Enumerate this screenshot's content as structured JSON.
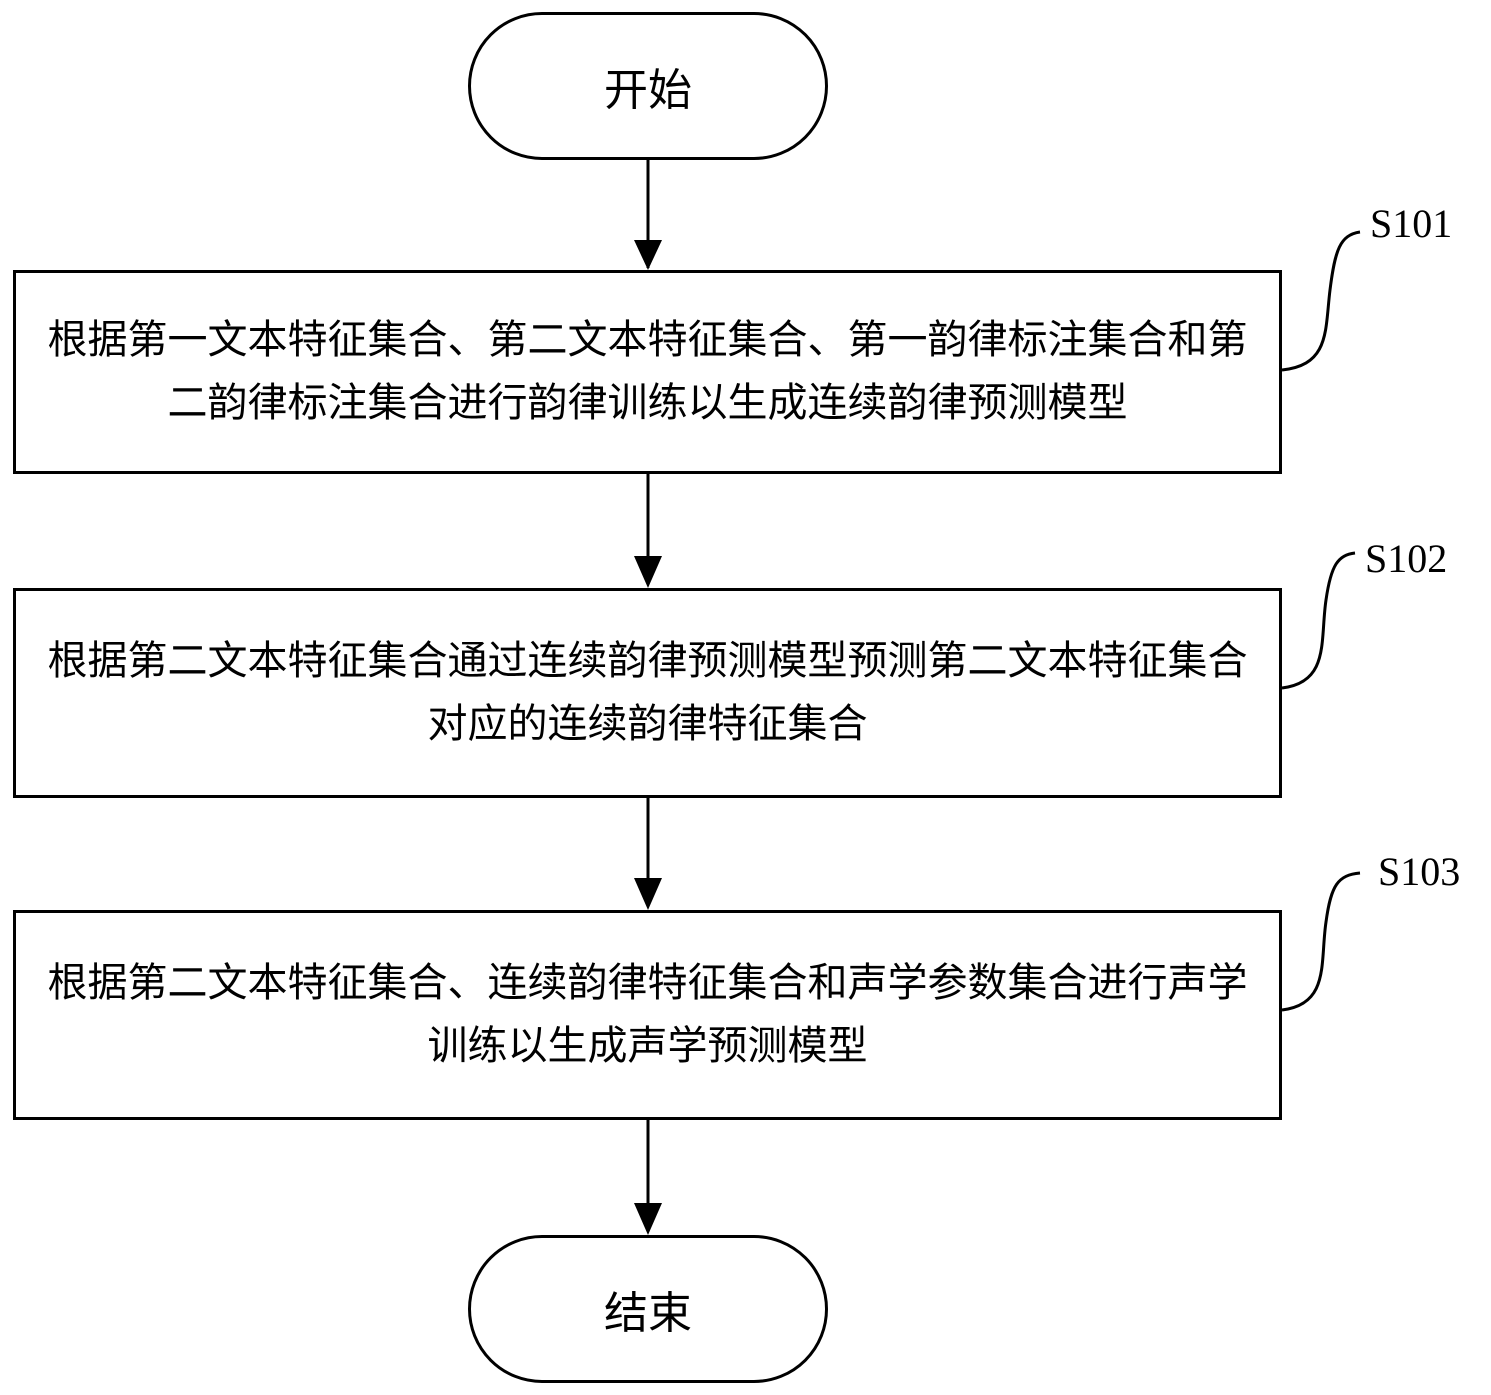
{
  "start": {
    "label": "开始"
  },
  "end": {
    "label": "结束"
  },
  "steps": [
    {
      "id": "S101",
      "text": "根据第一文本特征集合、第二文本特征集合、第一韵律标注集合和第二韵律标注集合进行韵律训练以生成连续韵律预测模型"
    },
    {
      "id": "S102",
      "text": "根据第二文本特征集合通过连续韵律预测模型预测第二文本特征集合对应的连续韵律特征集合"
    },
    {
      "id": "S103",
      "text": "根据第二文本特征集合、连续韵律特征集合和声学参数集合进行声学训练以生成声学预测模型"
    }
  ]
}
